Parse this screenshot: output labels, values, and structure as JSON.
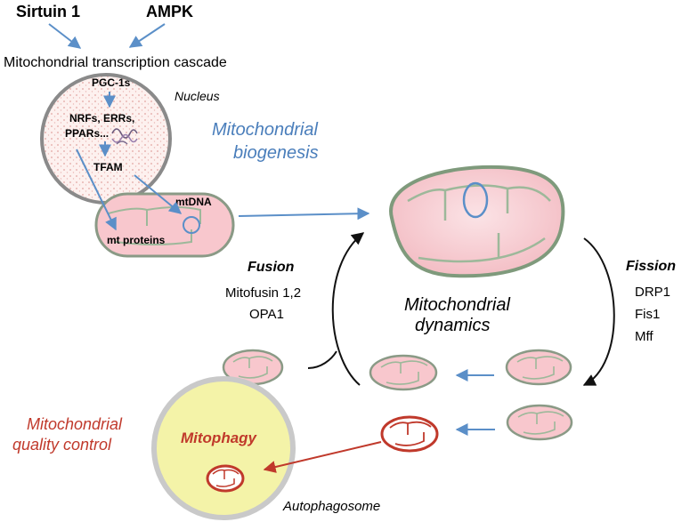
{
  "inputs": {
    "sirtuin": "Sirtuin 1",
    "ampk": "AMPK"
  },
  "cascade_label": "Mitochondrial transcription cascade",
  "nucleus": {
    "label": "Nucleus",
    "pgc": "PGC-1s",
    "nrf_line1": "NRFs, ERRs,",
    "nrf_line2": "PPARs...",
    "tfam": "TFAM"
  },
  "small_mito": {
    "mtdna": "mtDNA",
    "proteins": "mt proteins"
  },
  "biogenesis": {
    "line1": "Mitochondrial",
    "line2": "biogenesis"
  },
  "fusion": {
    "title": "Fusion",
    "factor1": "Mitofusin 1,2",
    "factor2": "OPA1"
  },
  "fission": {
    "title": "Fission",
    "factor1": "DRP1",
    "factor2": "Fis1",
    "factor3": "Mff"
  },
  "dynamics": {
    "line1": "Mitochondrial",
    "line2": "dynamics"
  },
  "quality": {
    "line1": "Mitochondrial",
    "line2": "quality control"
  },
  "mitophagy": "Mitophagy",
  "autophagosome": "Autophagosome",
  "colors": {
    "blue_text": "#4a7ebb",
    "red_text": "#c0392b",
    "arrow_blue": "#5b8fc8",
    "mito_fill": "#f6c9cf",
    "mito_outline": "#9db89a",
    "autophagosome_fill": "#f4f3a8"
  }
}
